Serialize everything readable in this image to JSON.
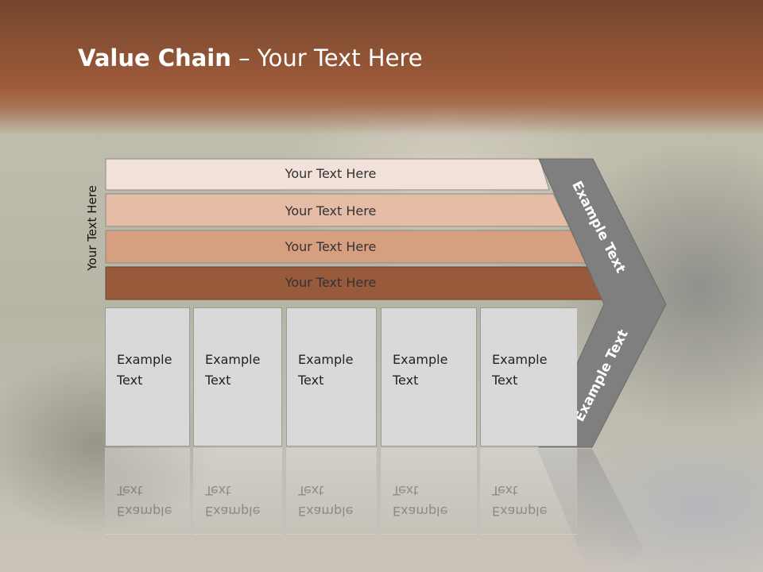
{
  "slide": {
    "title_bold": "Value Chain",
    "title_rest": " – Your Text Here",
    "vertical_label": "Your Text Here"
  },
  "bars": [
    {
      "label": "Your Text Here",
      "color": "#f2e1d9"
    },
    {
      "label": "Your Text Here",
      "color": "#e5bca6"
    },
    {
      "label": "Your Text Here",
      "color": "#d59f80"
    },
    {
      "label": "Your Text Here",
      "color": "#975a3a"
    }
  ],
  "boxes": [
    {
      "line1": "Example",
      "line2": "Text"
    },
    {
      "line1": "Example",
      "line2": "Text"
    },
    {
      "line1": "Example",
      "line2": "Text"
    },
    {
      "line1": "Example",
      "line2": "Text"
    },
    {
      "line1": "Example",
      "line2": "Text"
    }
  ],
  "chevron": {
    "upper_label": "Example Text",
    "lower_label": "Example Text",
    "color": "#7f7f7f"
  }
}
